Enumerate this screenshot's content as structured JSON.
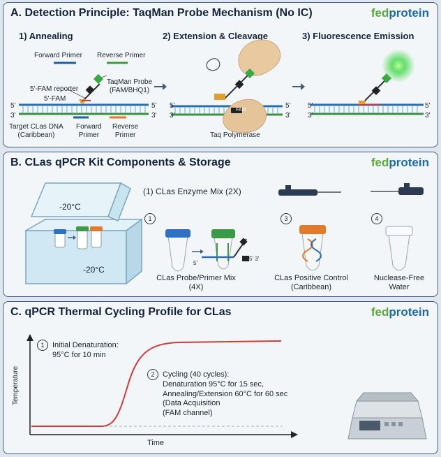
{
  "panel_a": {
    "title": "A. Detection Principle: TaqMan Probe Mechanism (No IC)",
    "brand": {
      "part1": "fed",
      "part2": "protein"
    },
    "step1": "1) Annealing",
    "step2": "2) Extension & Cleavage",
    "step3": "3) Fluorescence Emission",
    "forward_primer": "Forward Primer",
    "reverse_primer": "Reverse Primer",
    "fam_reporter": "5'-FAM reporter",
    "fam_short": "5'-FAM",
    "taqman_probe": "TaqMan Probe",
    "probe_dyes": "(FAM/BHQ1)",
    "target_line1": "Target CLas DNA",
    "target_line2": "(Caribbean)",
    "fwd_primer_l1": "Forward",
    "fwd_primer_l2": "Primer",
    "rev_primer_l1": "Reverse",
    "rev_primer_l2": "Primer",
    "taq_polymerase": "Taq Polymerase",
    "prime5": "5'",
    "prime3": "3'",
    "fam_tag": "FAM"
  },
  "panel_b": {
    "title": "B. CLas qPCR Kit Components & Storage",
    "brand": {
      "part1": "fed",
      "part2": "protein"
    },
    "temp_lid": "-20°C",
    "temp_box": "-20°C",
    "enzyme_mix": "(1) CLas Enzyme Mix (2X)",
    "num1": "1",
    "num3": "3",
    "num4": "4",
    "probe_mix_l1": "CLas Probe/Primer Mix",
    "probe_mix_l2": "(4X)",
    "pos_ctrl_l1": "CLas Positive Control",
    "pos_ctrl_l2": "(Caribbean)",
    "water_l1": "Nuclease-Free",
    "water_l2": "Water",
    "strand_5": "5'",
    "strand_53": "5' 3'"
  },
  "panel_c": {
    "title": "C. qPCR Thermal Cycling Profile for CLas",
    "brand": {
      "part1": "fed",
      "part2": "protein"
    },
    "y_axis": "Temperature",
    "x_axis": "Time",
    "num1": "1",
    "num2": "2",
    "step1_l1": "Initial Denaturation:",
    "step1_l2": "95°C for 10 min",
    "step2_l1": "Cycling (40 cycles):",
    "step2_l2": "Denaturation 95°C for 15 sec,",
    "step2_l3": "Annealing/Extension 60°C for 60 sec",
    "step2_l4": "(Data Acquisition",
    "step2_l5": "(FAM channel)"
  },
  "colors": {
    "panel_border": "#3d5a80",
    "forward_primer": "#1f5fa8",
    "reverse_primer": "#3f9a3c",
    "probe_green": "#3aa845",
    "quencher": "#222222",
    "fluorescence": "#42d84a",
    "curve": "#d23b3b",
    "tube_blue": "#2f6fc4",
    "tube_green": "#3b9a45",
    "tube_orange": "#e07a2c"
  }
}
